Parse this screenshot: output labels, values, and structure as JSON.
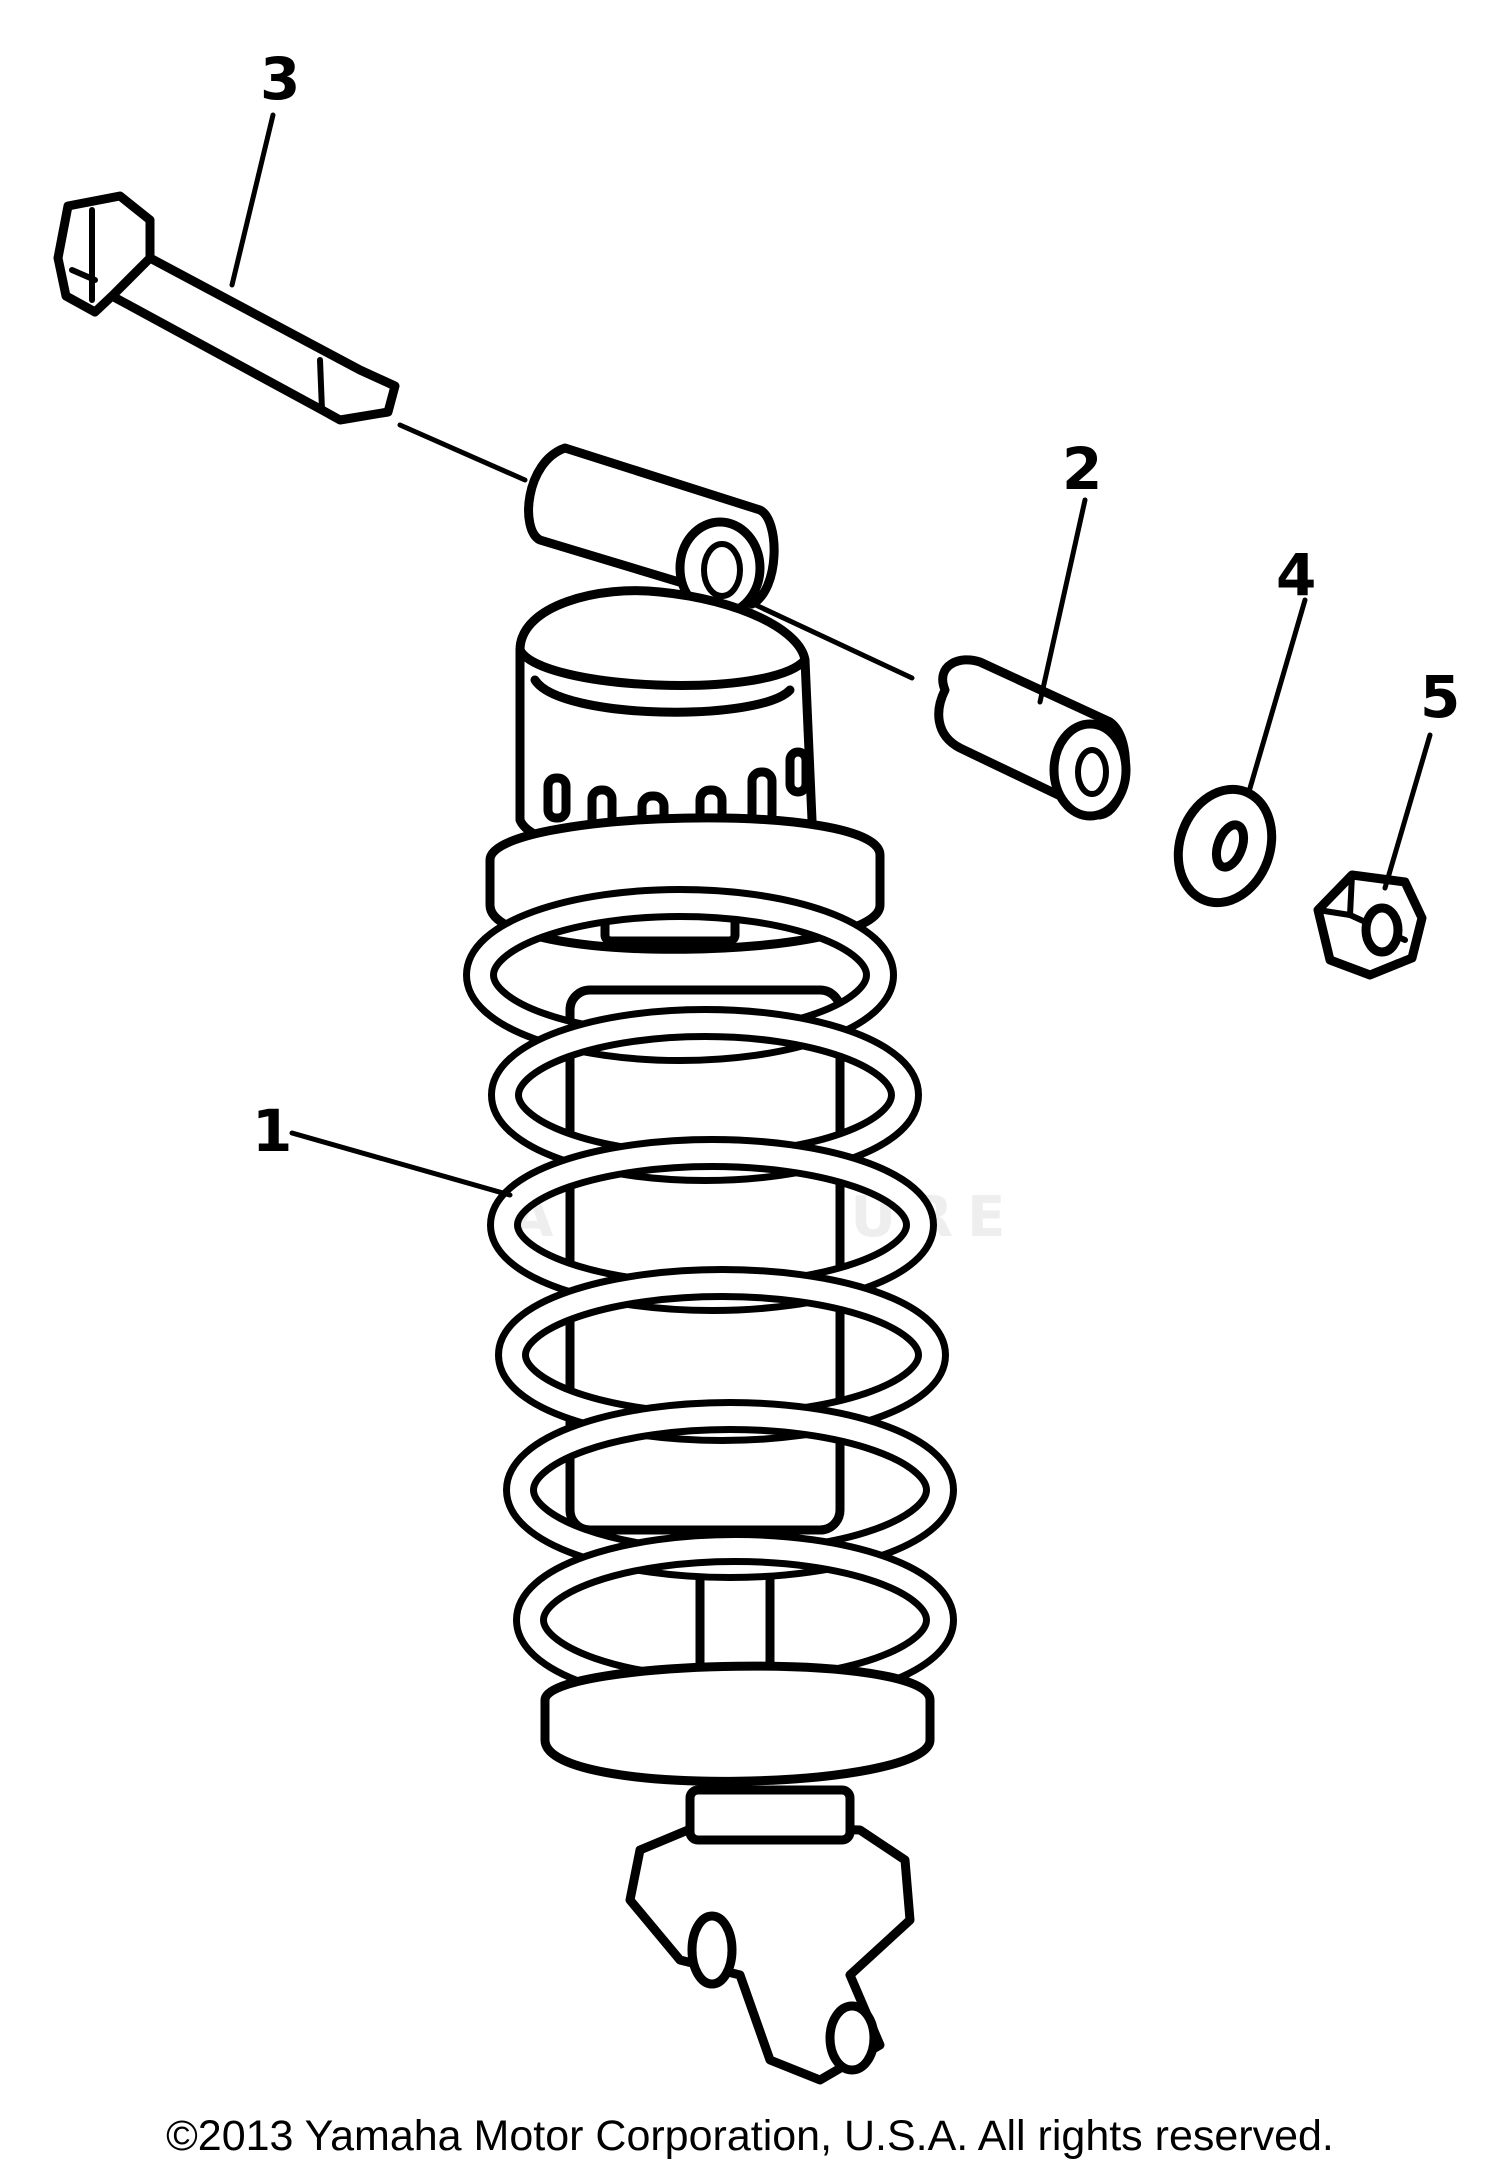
{
  "callouts": [
    {
      "id": "1",
      "label": "1"
    },
    {
      "id": "2",
      "label": "2"
    },
    {
      "id": "3",
      "label": "3"
    },
    {
      "id": "4",
      "label": "4"
    },
    {
      "id": "5",
      "label": "5"
    }
  ],
  "watermark": "ADVENTURE",
  "copyright": "©2013 Yamaha Motor Corporation, U.S.A. All rights reserved.",
  "colors": {
    "ink": "#000000",
    "background": "#ffffff",
    "watermark": "#eeeeee"
  }
}
